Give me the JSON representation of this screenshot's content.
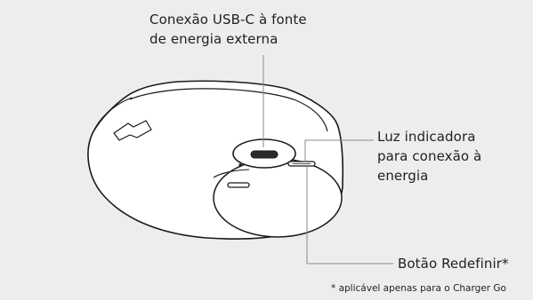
{
  "callouts": {
    "usb": {
      "line1": "Conexão USB-C à fonte",
      "line2": "de energia externa"
    },
    "led": {
      "line1": "Luz indicadora",
      "line2": "para conexão à",
      "line3": "energia"
    },
    "reset": {
      "text": "Botão Redefinir*"
    }
  },
  "footnote": "* aplicável apenas para o Charger Go",
  "colors": {
    "background": "#ededed",
    "device": "#ffffff",
    "outline": "#1a1a1a",
    "leader": "#8a8a8a"
  }
}
